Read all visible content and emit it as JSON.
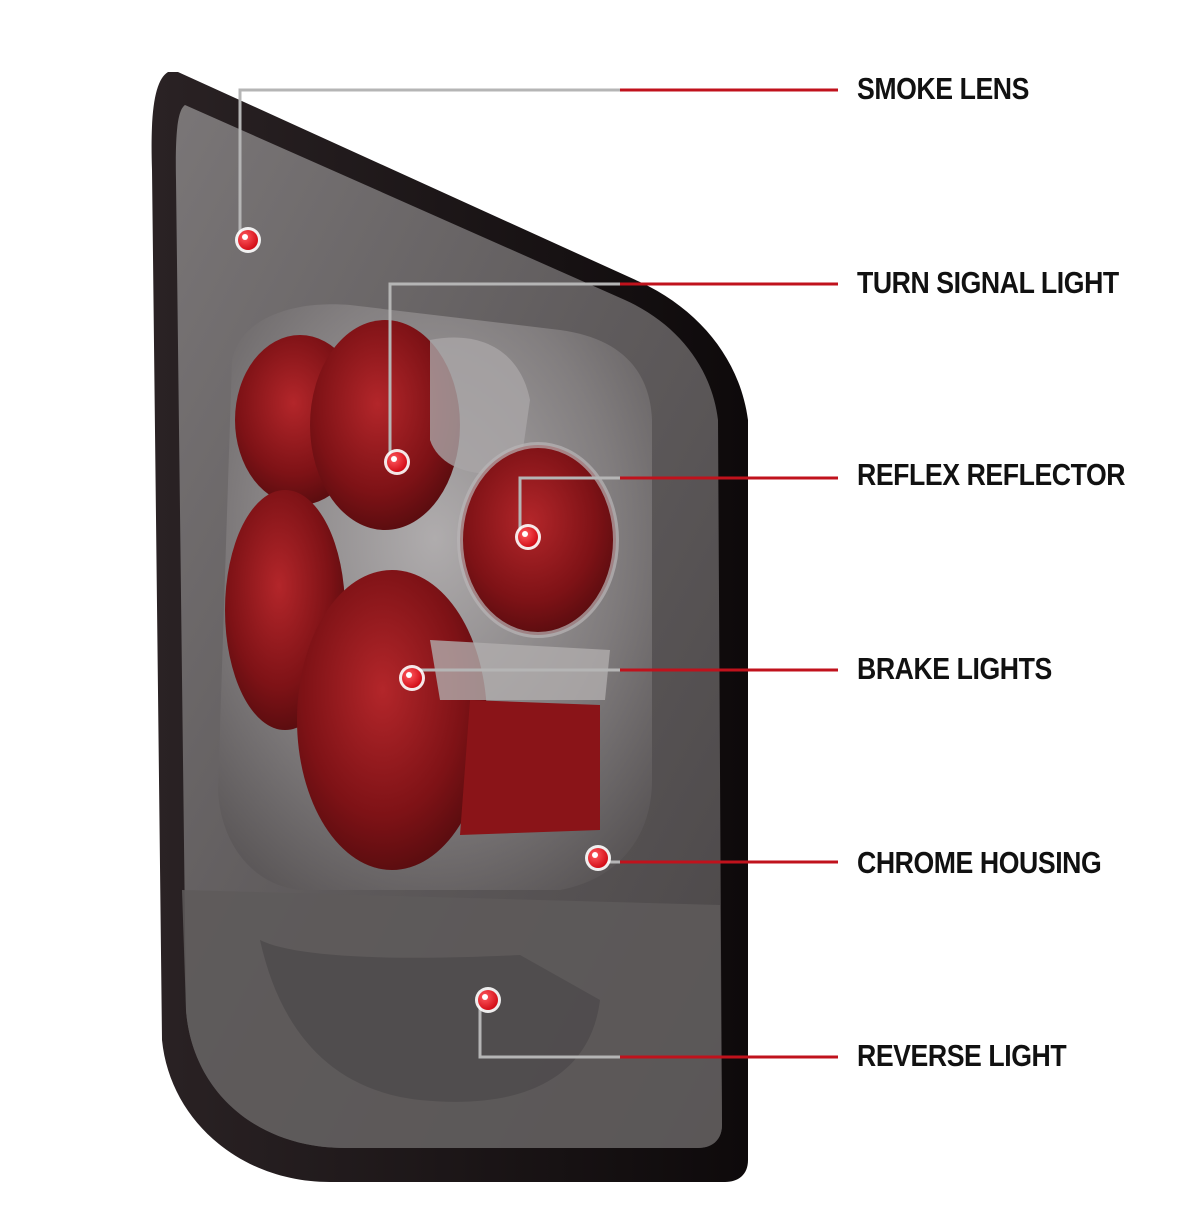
{
  "colors": {
    "outer_frame": "#1c1517",
    "smoke_lens": "#6f6b6c",
    "chrome": "#9a9697",
    "red_lens": "#8a1518",
    "dot": "#e8121b",
    "leader_gray": "#b5b5b5",
    "leader_red": "#c0121c",
    "label_text": "#111111"
  },
  "callouts": [
    {
      "id": "smoke-lens",
      "label": "SMOKE LENS"
    },
    {
      "id": "turn-signal-light",
      "label": "TURN SIGNAL LIGHT"
    },
    {
      "id": "reflex-reflector",
      "label": "REFLEX REFLECTOR"
    },
    {
      "id": "brake-lights",
      "label": "BRAKE LIGHTS"
    },
    {
      "id": "chrome-housing",
      "label": "CHROME HOUSING"
    },
    {
      "id": "reverse-light",
      "label": "REVERSE LIGHT"
    }
  ]
}
